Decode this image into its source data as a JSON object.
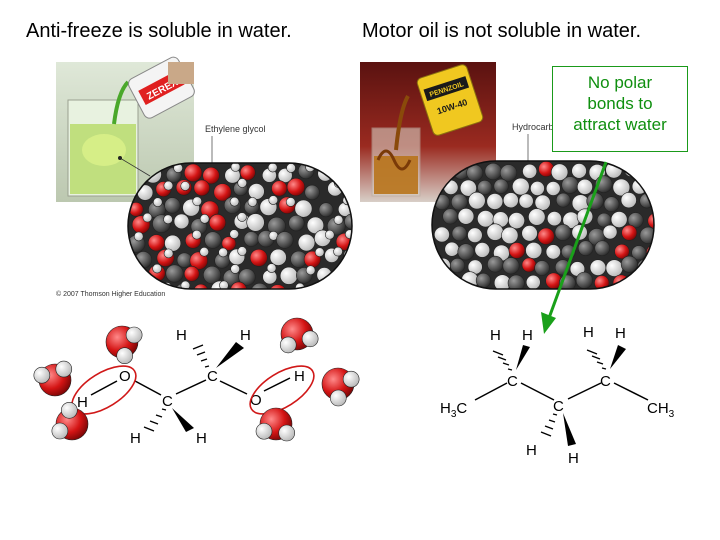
{
  "titles": {
    "left": "Anti-freeze is soluble in water.",
    "right": "Motor oil is not soluble in water."
  },
  "photo_labels": {
    "left": "Ethylene glycol",
    "right": "Hydrocarbon",
    "copyright": "© 2007 Thomson Higher Education"
  },
  "product_text": {
    "antifreeze": "ZEREX",
    "oil": "PENNZOIL",
    "oil_grade": "10W-40"
  },
  "callout": {
    "line1": "No polar",
    "line2": "bonds to",
    "line3": "attract water"
  },
  "glycol_atoms": {
    "c1": "C",
    "c2": "C",
    "o1": "O",
    "o2": "O",
    "h_o1": "H",
    "h_o2": "H",
    "h_top1": "H",
    "h_top2": "H",
    "h_bot1": "H",
    "h_bot2": "H"
  },
  "butane_atoms": {
    "c_left": "C",
    "c_mid_low": "C",
    "c_mid_high": "C",
    "h_a": "H",
    "h_b": "H",
    "h_c": "H",
    "h_d": "H",
    "h_e": "H",
    "h_f": "H",
    "ch3_left_main": "H",
    "ch3_left_sub": "3",
    "ch3_left_tail": "C",
    "ch3_right_main": "CH",
    "ch3_right_sub": "3"
  },
  "colors": {
    "oxygen": "#e01010",
    "hydrogen": "#ffffff",
    "highlight_ring": "#d01818",
    "callout_green": "#0f8f0f",
    "arrow_green": "#1aa01a"
  }
}
